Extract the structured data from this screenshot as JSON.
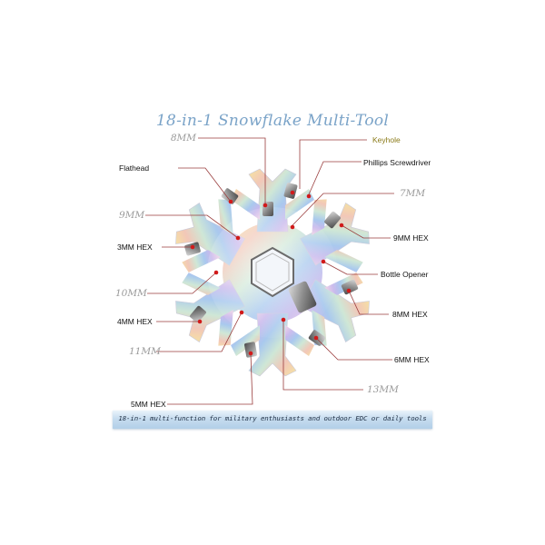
{
  "title": "18-in-1 Snowflake Multi-Tool",
  "labels": {
    "mm8": "8MM",
    "keyhole": "Keyhole",
    "flathead": "Flathead",
    "phillips": "Phillips Screwdriver",
    "mm7": "7MM",
    "mm9": "9MM",
    "hex3": "3MM HEX",
    "hex9": "9MM HEX",
    "bottle": "Bottle Opener",
    "mm10": "10MM",
    "mm8hex": "8MM HEX",
    "hex4": "4MM HEX",
    "mm11": "11MM",
    "hex6": "6MM HEX",
    "mm13": "13MM",
    "hex5": "5MM HEX"
  },
  "banner": "18-in-1 multi-function for military enthusiasts and outdoor EDC or daily tools",
  "colors": {
    "leader": "#9a3d3d",
    "dot": "#d11a1a",
    "mm_text": "#9a9a9a",
    "keyhole_text": "#8a7a18",
    "title": "#7aa3c8"
  }
}
